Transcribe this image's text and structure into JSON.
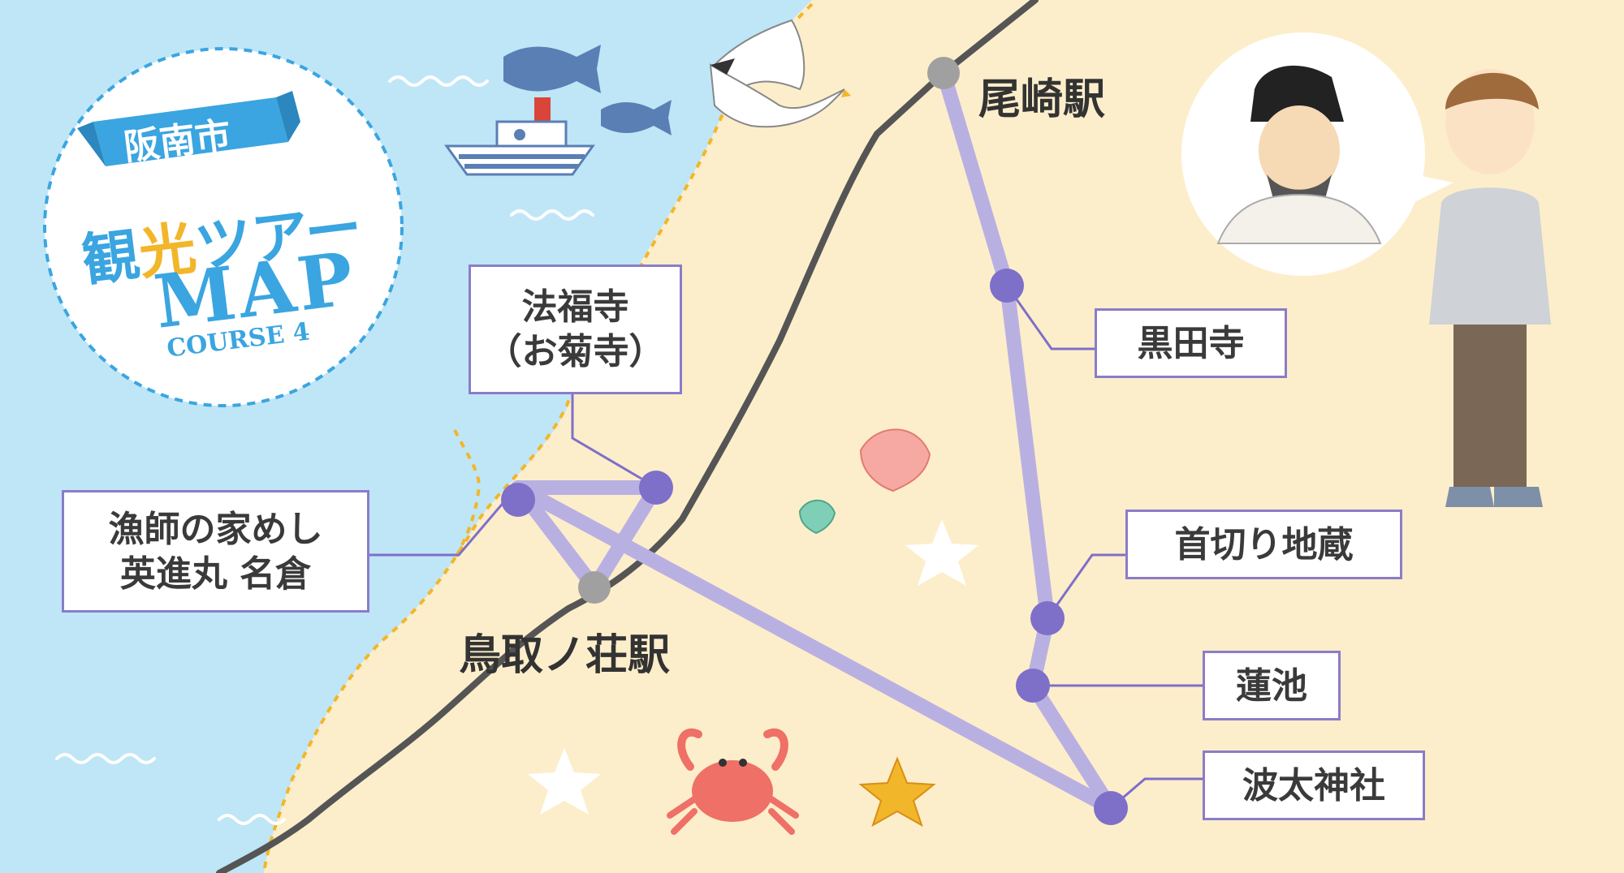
{
  "title": {
    "city": "阪南市",
    "kanji": "観",
    "hikari": "光",
    "tour": "ツアー",
    "map_word": "MAP",
    "course": "COURSE 4"
  },
  "stations": {
    "ozaki": "尾崎駅",
    "tottori": "鳥取ノ荘駅"
  },
  "spots": {
    "hofukuji_line1": "法福寺",
    "hofukuji_line2": "（お菊寺）",
    "ryoshi_line1": "漁師の家めし",
    "ryoshi_line2": "英進丸 名倉",
    "kurodadera": "黒田寺",
    "kubikiri": "首切り地蔵",
    "hasuike": "蓮池",
    "hata": "波太神社"
  },
  "colors": {
    "sea": "#bfe6f7",
    "land": "#fdeecb",
    "route": "#b9b0e2",
    "route_dot": "#7e6fc9",
    "rail": "#555555",
    "badge_blue": "#3aa5e0",
    "accent_yellow": "#f2b62a"
  }
}
